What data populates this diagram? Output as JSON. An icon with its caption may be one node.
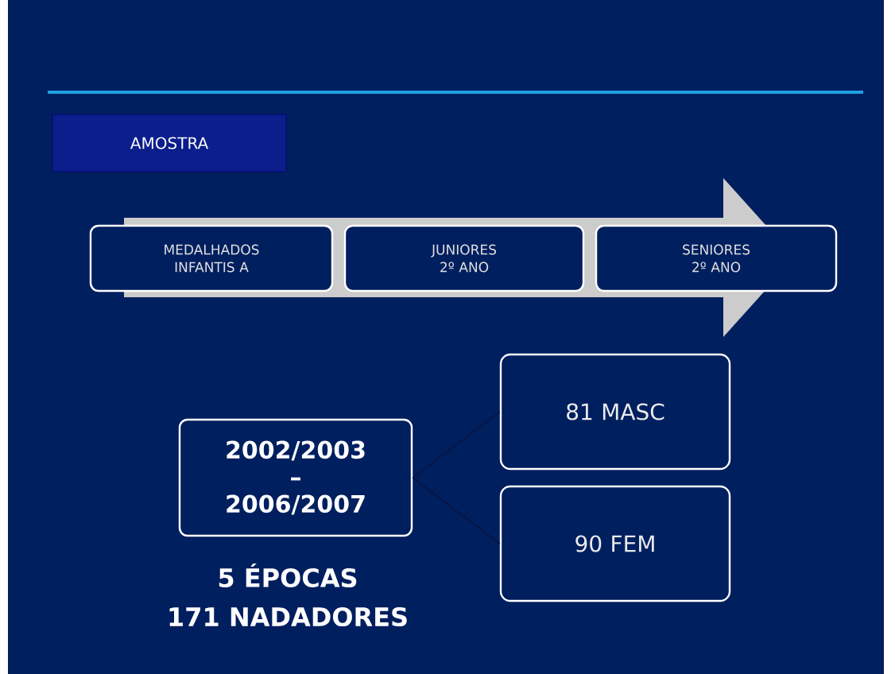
{
  "diagram": {
    "nodes": [
      {
        "text": [
          "AMOSTRA"
        ]
      },
      {
        "text": [
          "MEDALHADOS INFANTIS A"
        ]
      },
      {
        "text": [
          "JUNIORES 2º ANO"
        ]
      },
      {
        "text": [
          "SENIORES 2º ANO"
        ]
      },
      {
        "text": [
          "2002/2003 – 2006/2007"
        ]
      },
      {
        "text": [
          "81 MASC"
        ]
      },
      {
        "text": [
          "90 FEM"
        ]
      }
    ],
    "edges": [
      {
        "from": 1,
        "to": 3,
        "arrow": "to",
        "style": "thick"
      },
      {
        "from": 4,
        "to": 5,
        "arrow": "none"
      },
      {
        "from": 4,
        "to": 6,
        "arrow": "none"
      }
    ],
    "labels": [
      "5 ÉPOCAS",
      "171 NADADORES"
    ]
  }
}
